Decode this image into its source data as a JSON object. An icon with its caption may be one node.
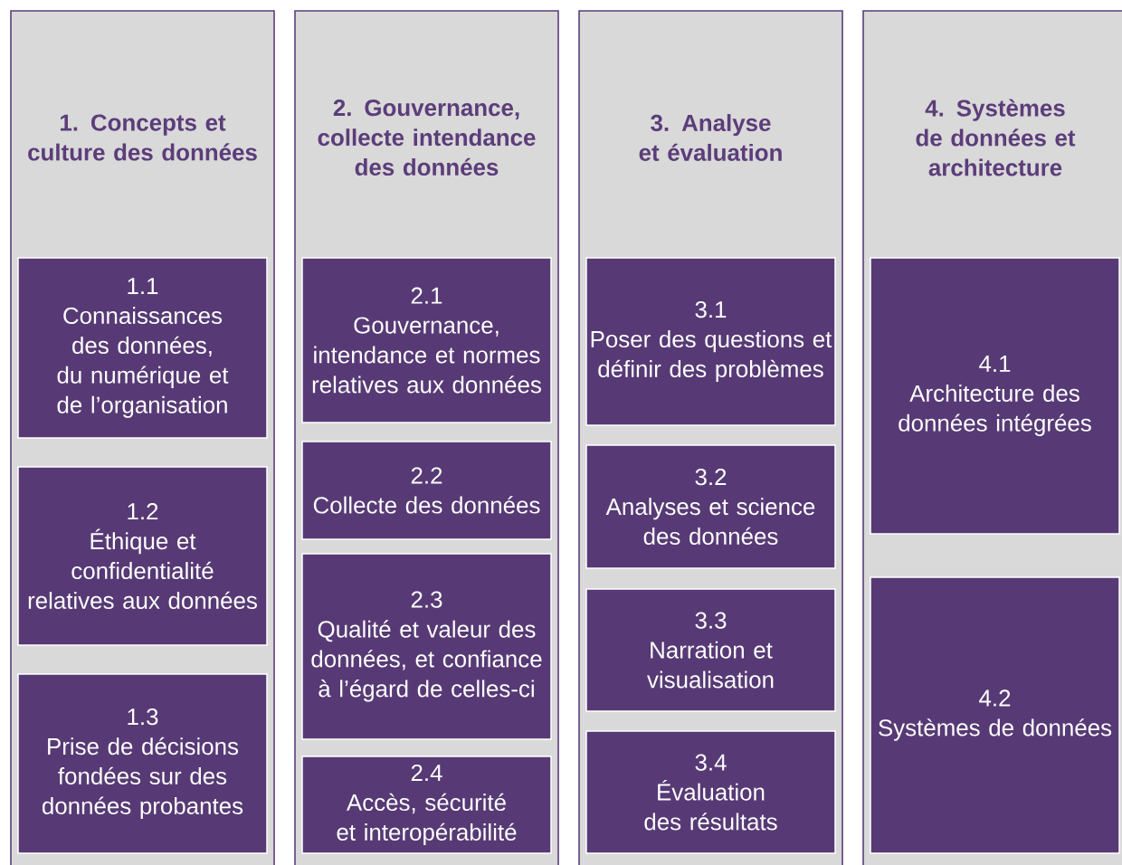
{
  "diagram": {
    "nodes": [
      {
        "text": [
          "1. Concepts et culture des données"
        ]
      },
      {
        "text": [
          "1.1",
          "Connaissances des données, du numérique et de l’organisation"
        ],
        "in": 0
      },
      {
        "text": [
          "1.2",
          "Éthique et confidentialité relatives aux données"
        ],
        "in": 0
      },
      {
        "text": [
          "1.3",
          "Prise de décisions fondées sur des données probantes"
        ],
        "in": 0
      },
      {
        "text": [
          "2. Gouvernance, collecte intendance des données"
        ]
      },
      {
        "text": [
          "2.1",
          "Gouvernance, intendance et normes relatives aux données"
        ],
        "in": 4
      },
      {
        "text": [
          "2.2",
          "Collecte des données"
        ],
        "in": 4
      },
      {
        "text": [
          "2.3",
          "Qualité et valeur des données, et confiance à l’égard de celles-ci"
        ],
        "in": 4
      },
      {
        "text": [
          "2.4",
          "Accès, sécurité et interopérabilité"
        ],
        "in": 4
      },
      {
        "text": [
          "3. Analyse et évaluation"
        ]
      },
      {
        "text": [
          "3.1",
          "Poser des questions et définir des problèmes"
        ],
        "in": 9
      },
      {
        "text": [
          "3.2",
          "Analyses et science des données"
        ],
        "in": 9
      },
      {
        "text": [
          "3.3",
          "Narration et visualisation"
        ],
        "in": 9
      },
      {
        "text": [
          "3.4",
          "Évaluation des résultats"
        ],
        "in": 9
      },
      {
        "text": [
          "4. Systèmes de données et architecture"
        ]
      },
      {
        "text": [
          "4.1",
          "Architecture des données intégrées"
        ],
        "in": 14
      },
      {
        "text": [
          "4.2",
          "Systèmes de données"
        ],
        "in": 14
      }
    ]
  }
}
